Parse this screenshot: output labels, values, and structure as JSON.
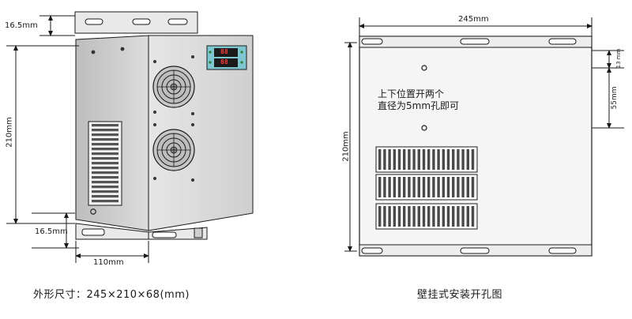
{
  "front_view": {
    "dim_top_bracket": "16.5mm",
    "dim_height": "210mm",
    "dim_bottom_bracket": "16.5mm",
    "dim_depth": "110mm",
    "display_top": "88",
    "display_bottom": "88",
    "caption": "外形尺寸：245×210×68(mm)"
  },
  "mount_view": {
    "dim_width": "245mm",
    "dim_height": "210mm",
    "dim_hole_offset": "13 mm",
    "dim_hole_spacing": "55mm",
    "hole_note_line1": "上下位置开两个",
    "hole_note_line2": "直径为5mm孔即可",
    "caption": "壁挂式安装开孔图"
  },
  "colors": {
    "line": "#1a1a1a",
    "panel": "#d9d9d9",
    "panel_dark": "#a6a6a6",
    "display_bg": "#2a8fa0"
  }
}
